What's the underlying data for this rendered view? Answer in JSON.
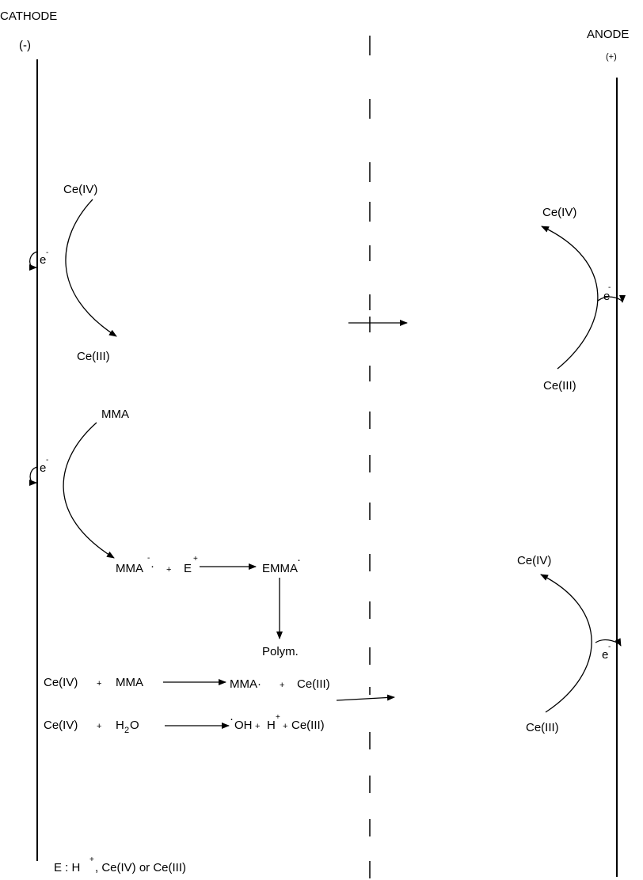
{
  "electrodes": {
    "cathode": {
      "label": "CATHODE",
      "polarity": "(-)"
    },
    "anode": {
      "label": "ANODE",
      "polarity": "(+)"
    }
  },
  "electron": {
    "symbol": "e",
    "charge": "-"
  },
  "cathode_reactions": {
    "cerium_reduction": {
      "from": "Ce(IV)",
      "to": "Ce(III)"
    },
    "mma_reduction": {
      "from": "MMA",
      "radical_anion": "MMA",
      "radical_anion_charge": "-",
      "radical_dot": "·"
    }
  },
  "initiation": {
    "plus1": "+",
    "electrophile": "E",
    "electrophile_charge": "+",
    "product": "EMMA",
    "product_dot": "·",
    "polymerization": "Polym."
  },
  "equation1": {
    "reactant1": "Ce(IV)",
    "plus": "+",
    "reactant2": "MMA",
    "product1": "MMA·",
    "plus2": "+",
    "product2": "Ce(III)"
  },
  "equation2": {
    "reactant1": "Ce(IV)",
    "plus": "+",
    "water_h": "H",
    "water_sub": "2",
    "water_o": "O",
    "radical_dot": "·",
    "product1": "OH",
    "plus2": "+",
    "proton": "H",
    "proton_charge": "+",
    "plus3": "+",
    "product3": "Ce(III)"
  },
  "anode_reactions": {
    "upper": {
      "from": "Ce(III)",
      "to": "Ce(IV)"
    },
    "lower": {
      "from": "Ce(III)",
      "to": "Ce(IV)"
    }
  },
  "footnote": {
    "prefix": "E : H",
    "charge": "+",
    "rest": ", Ce(IV) or Ce(III)"
  }
}
